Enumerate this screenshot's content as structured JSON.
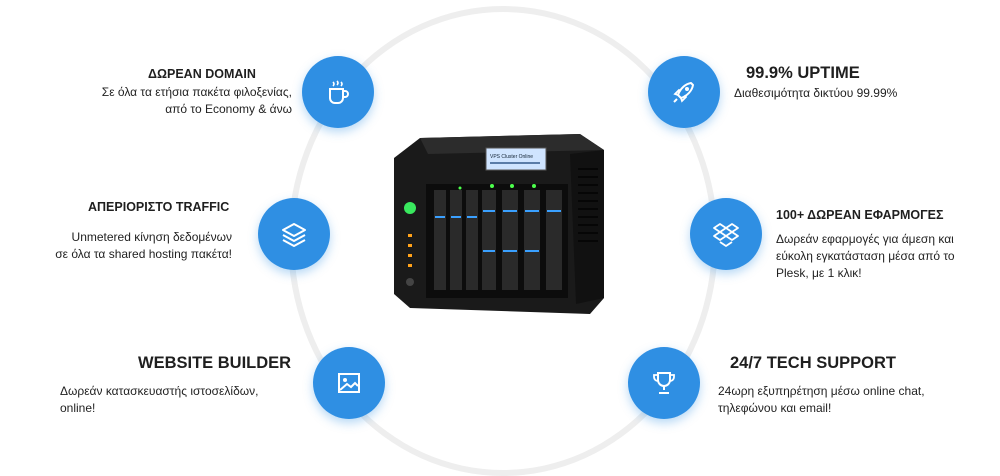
{
  "features": {
    "free_domain": {
      "title": "ΔΩΡΕΑΝ DOMAIN",
      "desc_line1": "Σε όλα τα ετήσια πακέτα φιλοξενίας,",
      "desc_line2": "από το Economy & άνω",
      "icon": "coffee-cup-icon"
    },
    "unlimited_traffic": {
      "title": "ΑΠΕΡΙΟΡΙΣΤΟ TRAFFIC",
      "desc_line1": "Unmetered κίνηση δεδομένων",
      "desc_line2": "σε όλα τα shared hosting πακέτα!",
      "icon": "layers-icon"
    },
    "website_builder": {
      "title": "WEBSITE BUILDER",
      "desc_line1": "Δωρεάν κατασκευαστής ιστοσελίδων,",
      "desc_line2": "online!",
      "icon": "image-icon"
    },
    "uptime": {
      "title": "99.9% UPTIME",
      "desc_line1": "Διαθεσιμότητα δικτύου 99.99%",
      "icon": "rocket-icon"
    },
    "free_apps": {
      "title": "100+ ΔΩΡΕΑΝ ΕΦΑΡΜΟΓΕΣ",
      "desc_line1": "Δωρεάν εφαρμογές για άμεση και",
      "desc_line2": "εύκολη εγκατάσταση μέσα από το",
      "desc_line3": "Plesk, με 1 κλικ!",
      "icon": "dropbox-icon"
    },
    "tech_support": {
      "title": "24/7 TECH SUPPORT",
      "desc_line1": "24ωρη εξυπηρέτηση μέσω online chat,",
      "desc_line2": "τηλεφώνου και email!",
      "icon": "trophy-icon"
    }
  },
  "server": {
    "screen_line1": "VPS Cluster Online"
  },
  "colors": {
    "accent": "#2f8fe3",
    "ring": "#eeeeee",
    "text": "#1f1f1f"
  }
}
